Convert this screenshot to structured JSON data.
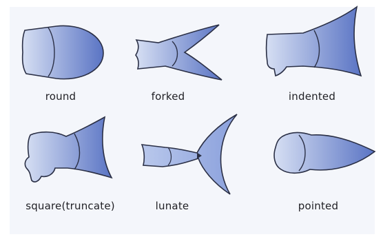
{
  "figure": {
    "panel_bg": "#f4f6fb",
    "fin_fill_light": "#c7d3ee",
    "fin_fill_dark": "#5c77c6",
    "outline": "#2a2f45"
  },
  "labels": {
    "round": "round",
    "forked": "forked",
    "indented": "indented",
    "square": "square(truncate)",
    "lunate": "lunate",
    "pointed": "pointed"
  }
}
